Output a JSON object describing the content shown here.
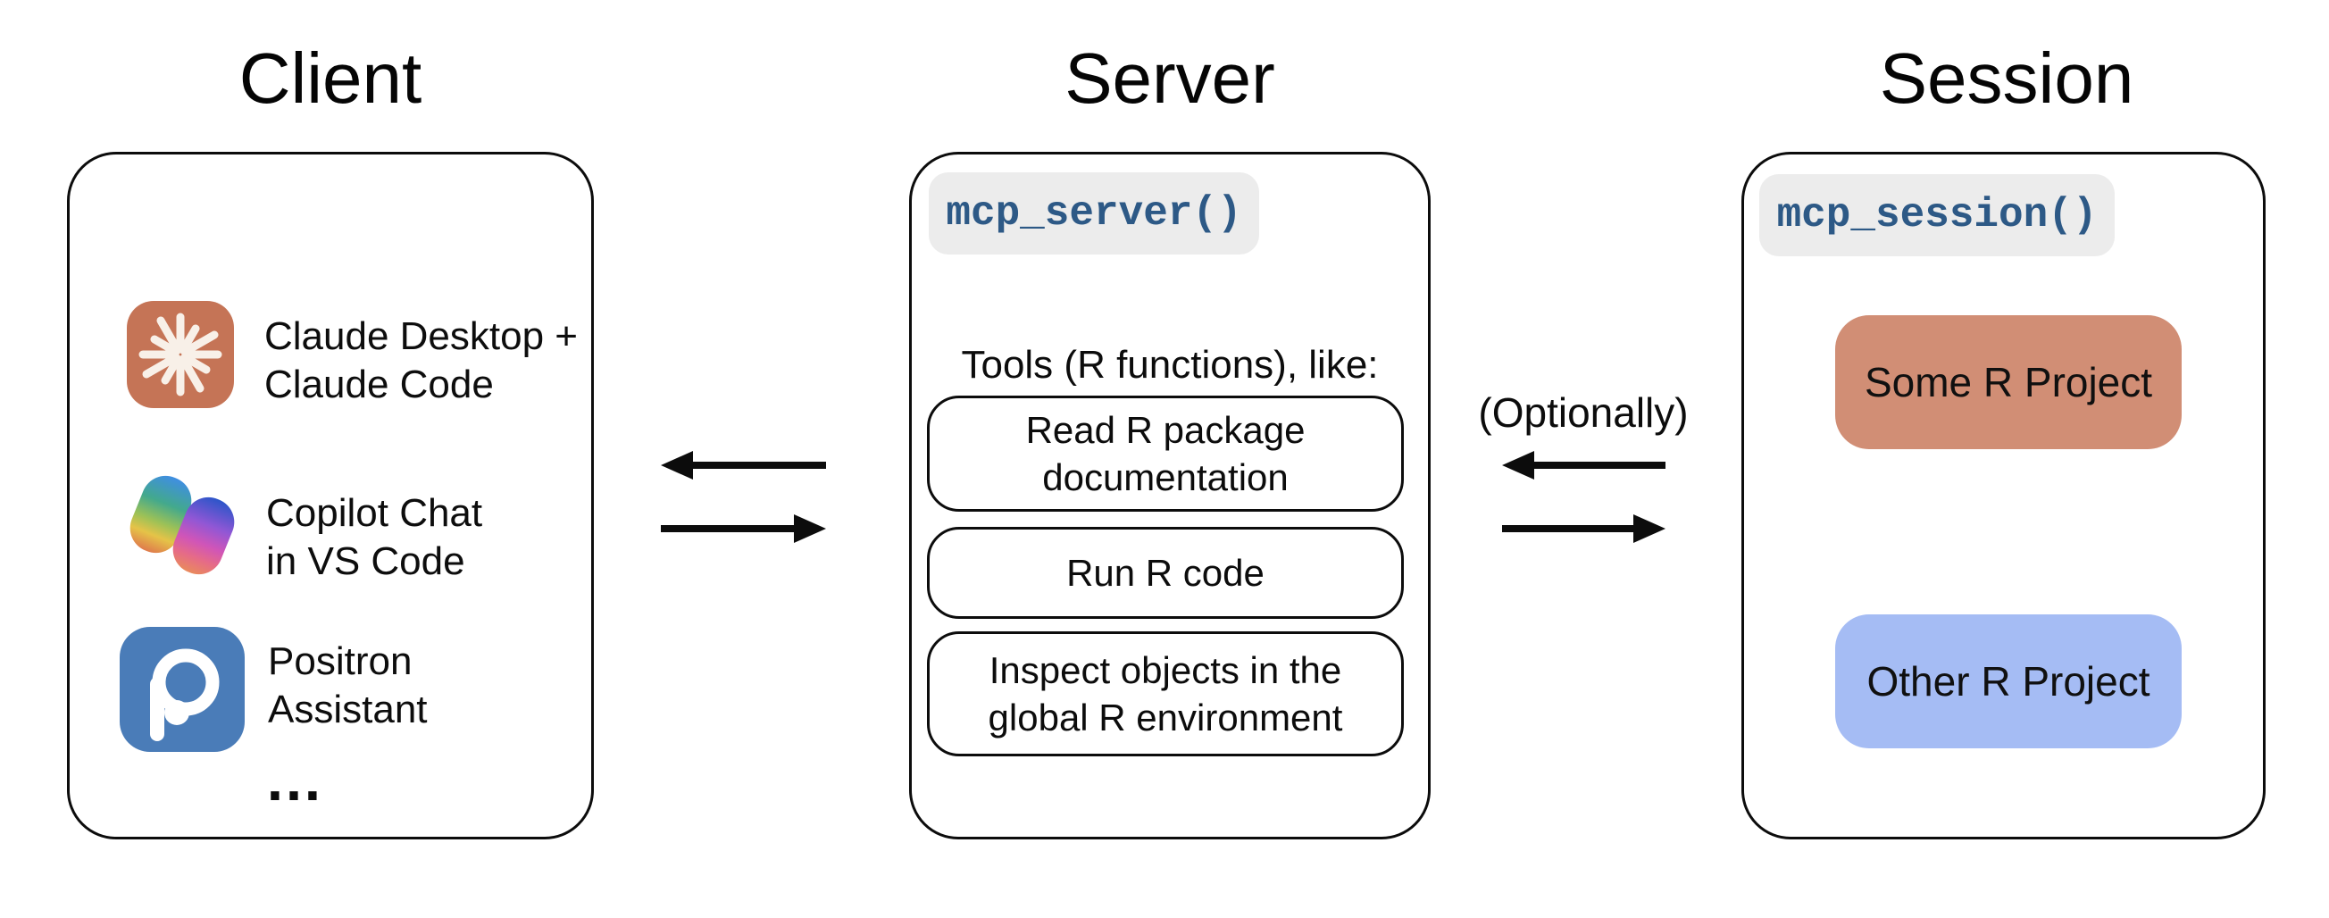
{
  "client": {
    "title": "Client",
    "items": [
      {
        "icon": "claude-icon",
        "line1": "Claude Desktop +",
        "line2": "Claude Code"
      },
      {
        "icon": "copilot-icon",
        "line1": "Copilot Chat",
        "line2": "in VS Code"
      },
      {
        "icon": "positron-icon",
        "line1": "Positron",
        "line2": "Assistant"
      }
    ],
    "ellipsis": "…"
  },
  "server": {
    "title": "Server",
    "code_label": "mcp_server()",
    "tools_heading": "Tools (R functions), like:",
    "tools": [
      {
        "line1": "Read R package",
        "line2": "documentation"
      },
      {
        "line1": "Run R code",
        "line2": ""
      },
      {
        "line1": "Inspect objects in the",
        "line2": "global R environment"
      }
    ]
  },
  "session": {
    "title": "Session",
    "code_label": "mcp_session()",
    "projects": [
      {
        "label": "Some R Project"
      },
      {
        "label": "Other R Project"
      }
    ]
  },
  "connector": {
    "optionally_label": "(Optionally)"
  },
  "colors": {
    "code_text_blue": "#2d5986",
    "badge_gray": "#ececec",
    "some_project_salmon": "#d18e75",
    "other_project_periwinkle": "#a5bcf4",
    "claude_terracotta": "#c57456",
    "positron_blue": "#4a7cb8",
    "arrow_black": "#0c0c0c"
  }
}
